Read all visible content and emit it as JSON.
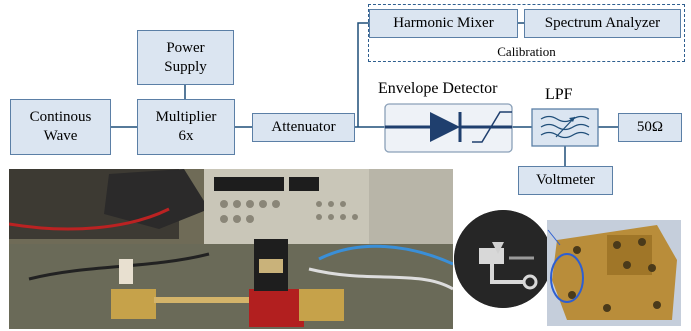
{
  "blocks": {
    "cw": [
      "Continous",
      "Wave"
    ],
    "power": [
      "Power",
      "Supply"
    ],
    "mult": [
      "Multiplier",
      "6x"
    ],
    "att": "Attenuator",
    "mixer": "Harmonic Mixer",
    "spectrum": "Spectrum Analyzer",
    "lpf": "LPF",
    "load": "50Ω",
    "voltmeter": "Voltmeter"
  },
  "labels": {
    "calibration": "Calibration",
    "envelope_detector": "Envelope Detector"
  },
  "colors": {
    "block_fill": "#dbe5f1",
    "block_border": "#5b7fa6",
    "wire": "#1f4e79",
    "arrow": "#1f3f6e"
  },
  "photos": {
    "bench": "test-bench-photo",
    "magnified": "magnified-detector-pcb",
    "fixture": "waveguide-fixture-photo"
  }
}
